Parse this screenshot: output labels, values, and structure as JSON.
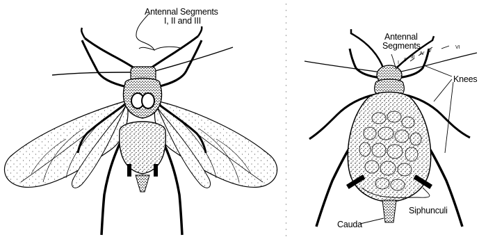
{
  "left_figure": {
    "label_line1": "Antennal Segments",
    "label_line2": "I, II and III"
  },
  "right_figure": {
    "antennal_line1": "Antennal",
    "antennal_line2": "Segments",
    "segment_marks": [
      "I",
      "II",
      "III",
      "IV",
      "V",
      "VI"
    ],
    "knees": "Knees",
    "siphunculi": "Siphunculi",
    "cauda": "Cauda"
  },
  "colors": {
    "ink": "#000000",
    "background": "#ffffff",
    "divider": "#cfcfcf"
  }
}
